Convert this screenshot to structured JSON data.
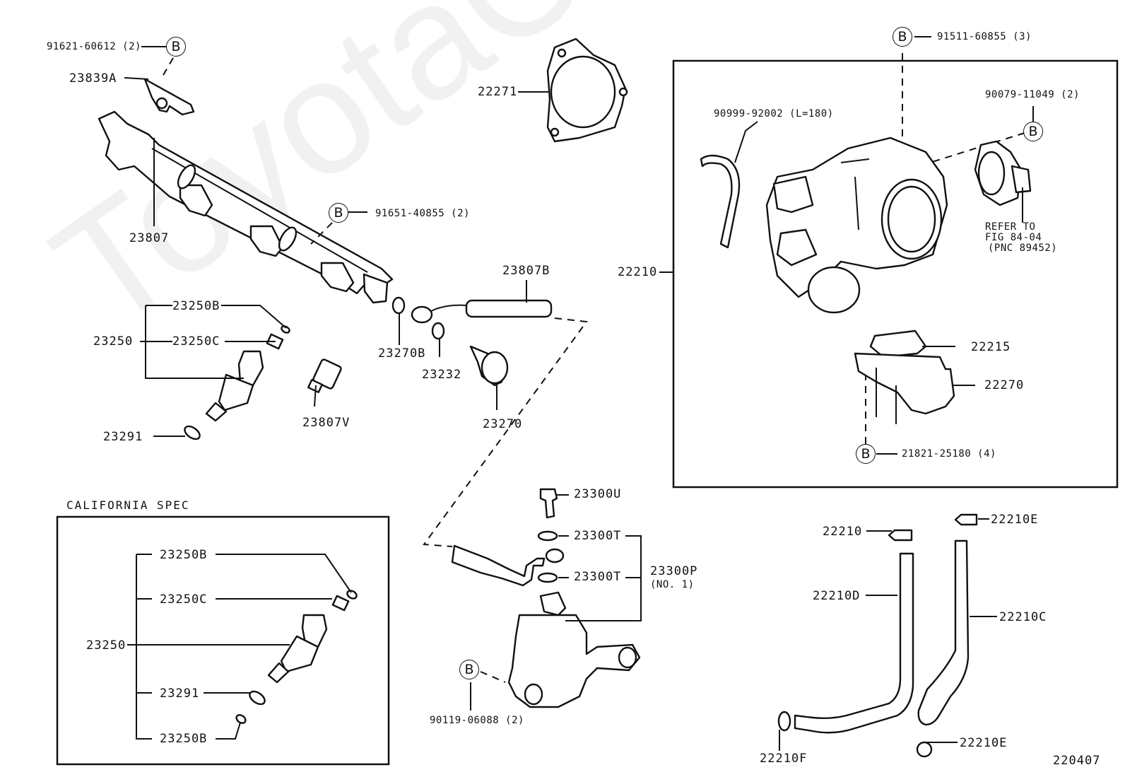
{
  "diagram": {
    "figure_number": "220407",
    "watermark": "ToyotaCarMirror.ru",
    "ref_symbol": "B",
    "sections": {
      "california_spec": "CALIFORNIA SPEC"
    },
    "labels": {
      "bolt_91621": "91621-60612 (2)",
      "p23839A": "23839A",
      "p23807": "23807",
      "bolt_91651": "91651-40855 (2)",
      "p22271": "22271",
      "p23250B_top": "23250B",
      "p23250": "23250",
      "p23250C": "23250C",
      "p23291": "23291",
      "p23807V": "23807V",
      "p23270B": "23270B",
      "p23232": "23232",
      "p23807B": "23807B",
      "p23270": "23270",
      "bolt_91511": "91511-60855 (3)",
      "hose_90999": "90999-92002 (L=180)",
      "screw_90079": "90079-11049 (2)",
      "refer_line1": "REFER TO",
      "refer_line2": "FIG 84-04",
      "refer_line3": "(PNC 89452)",
      "p22210": "22210",
      "p22215": "22215",
      "p22270": "22270",
      "bolt_21821": "21821-25180 (4)",
      "p23300U": "23300U",
      "p23300T_a": "23300T",
      "p23300T_b": "23300T",
      "p23300P": "23300P",
      "p23300P_sub": "(NO. 1)",
      "bolt_90119": "90119-06088 (2)",
      "ca_23250B_a": "23250B",
      "ca_23250C": "23250C",
      "ca_23250": "23250",
      "ca_23291": "23291",
      "ca_23250B_b": "23250B",
      "h22210_clamp": "22210",
      "h22210E_top": "22210E",
      "h22210D": "22210D",
      "h22210C": "22210C",
      "h22210F": "22210F",
      "h22210E_bottom": "22210E"
    }
  }
}
